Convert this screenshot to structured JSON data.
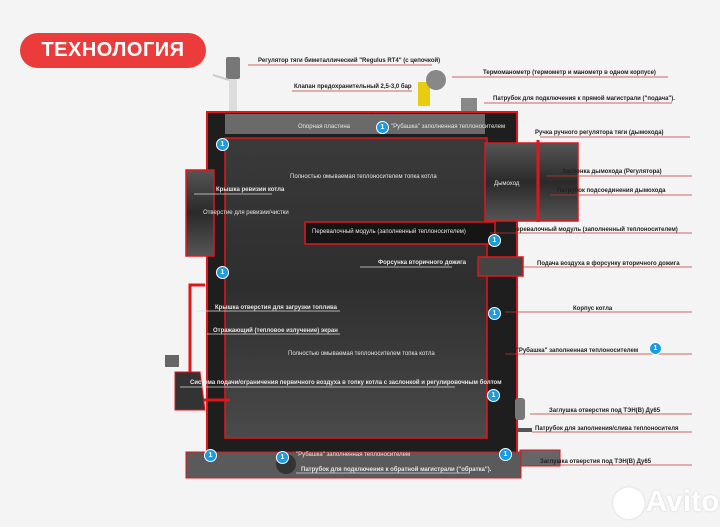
{
  "title": "ТЕХНОЛОГИЯ",
  "badge_number": "1",
  "watermark": "Avito",
  "colors": {
    "accent": "#ec3b3b",
    "badge": "#1b9be0",
    "body": "#2a2a2a",
    "outline": "#e0161b"
  },
  "labels": {
    "draft_regulator": "Регулятор тяги биметаллический \"Regulus RT4\" (с цепочкой)",
    "thermomanometer": "Термоманометр (термометр и манометр в одном корпусе)",
    "safety_valve": "Клапан предохранительный 2,5-3,0 бар",
    "supply_pipe": "Патрубок для подключения  к прямой магистрали (\"подача\").",
    "support_plate": "Опорная пластина",
    "jacket_top": "\"Рубашка\" заполненная теплоносителем",
    "chimney_handle": "Ручка ручного регулятора тяги (дымохода)",
    "chimney_damper": "Заслонка дымохода (Регулятора)",
    "firebox_top": "Полностью омываемая теплоносителем топка котла",
    "chimney": "Дымоход",
    "inspection_cover": "Крышка ревизии котла",
    "chimney_pipe": "Патрубок подсоединения дымохода",
    "inspection_hole": "Отверстие для ревизии/чистки",
    "transfer_module_inner": "Перевалочный модуль (заполненный теплоносителем)",
    "transfer_module": "Перевалочный модуль (заполненный теплоносителем)",
    "secondary_nozzle": "Форсунка вторичного дожига",
    "secondary_air": "Подача воздуха в форсунку вторичного дожига",
    "loading_cover": "Крышка отверстия для загрузки топлива",
    "boiler_body": "Корпус котла",
    "reflector": "Отражающий (тепловое излучение) экран",
    "firebox_bottom": "Полностью омываемая теплоносителем топка котла",
    "jacket_right": "\"Рубашка\" заполненная теплоносителем",
    "primary_air": "Система подачи/ограничения первичного воздуха в топку котла с заслонкой и регулировочным болтом",
    "heater_plug_1": "Заглушка отверстия под ТЭН(В) Ду65",
    "fill_drain": "Патрубок для заполнения/слива теплоносителя",
    "jacket_bottom": "\"Рубашка\" заполненная теплоносителем",
    "return_pipe": "Патрубок для подключения  к обратной магистрали (\"обратка\").",
    "heater_plug_2": "Заглушка отверстия под ТЭН(В) Ду65"
  }
}
